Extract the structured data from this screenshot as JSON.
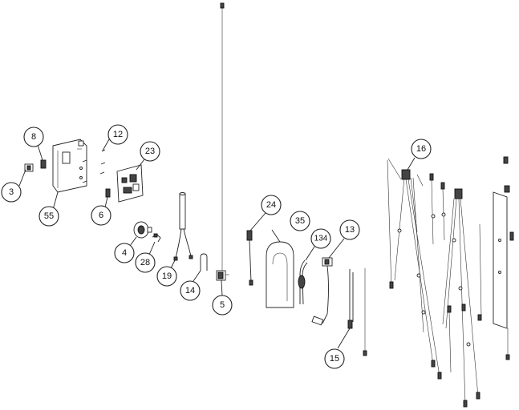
{
  "callouts": {
    "c8": "8",
    "c12": "12",
    "c23": "23",
    "c3": "3",
    "c55": "55",
    "c6": "6",
    "c4": "4",
    "c28": "28",
    "c19": "19",
    "c14": "14",
    "c5": "5",
    "c24": "24",
    "c35": "35",
    "c134": "134",
    "c13": "13",
    "c16": "16",
    "c15": "15"
  }
}
